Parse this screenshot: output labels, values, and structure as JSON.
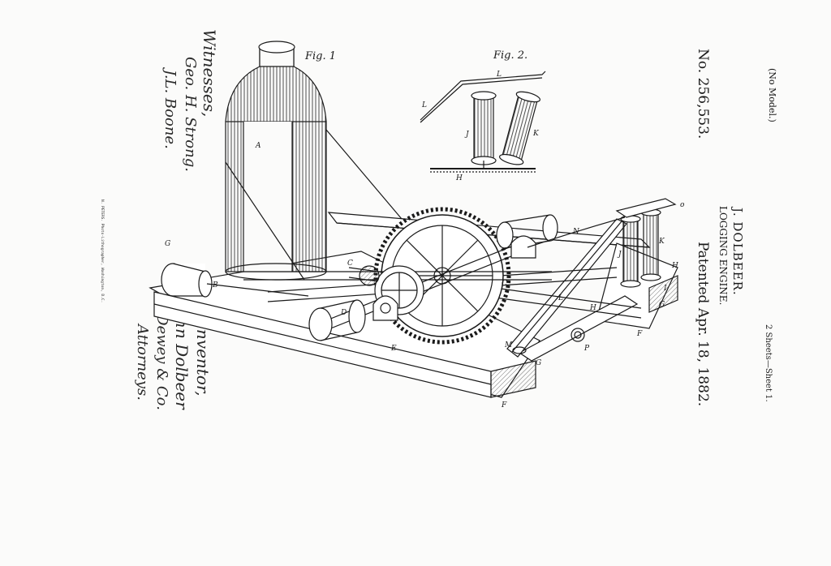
{
  "header": {
    "model_note": "(No Model.)",
    "sheets": "2 Sheets—Sheet 1.",
    "inventor": "J. DOLBEER.",
    "title": "LOGGING ENGINE.",
    "patent_no": "No. 256,553.",
    "patented": "Patented Apr. 18, 1882."
  },
  "figures": {
    "fig1": "Fig. 1",
    "fig2": "Fig. 2."
  },
  "part_labels": {
    "A": "A",
    "B": "B",
    "C": "C",
    "C2": "C",
    "D": "D",
    "E": "E",
    "F": "F",
    "F2": "F",
    "G": "G",
    "G2": "G",
    "G3": "G",
    "H": "H",
    "H2": "H",
    "H3": "H",
    "I": "I",
    "J": "J",
    "J2": "J",
    "K": "K",
    "K2": "K",
    "L": "L",
    "L2": "L",
    "L3": "L",
    "M": "M",
    "N": "N",
    "O": "o",
    "P": "P"
  },
  "signatures": {
    "witnesses_heading": "Witnesses,",
    "witness_1": "Geo. H. Strong.",
    "witness_2": "J.L. Boone.",
    "inventor_heading": "Inventor,",
    "inventor_name": "John Dolbeer",
    "by_line": "By Dewey & Co.",
    "attorney": "Attorneys."
  },
  "engraver": "N. PETERS. Photo-Lithographer, Washington, D.C."
}
